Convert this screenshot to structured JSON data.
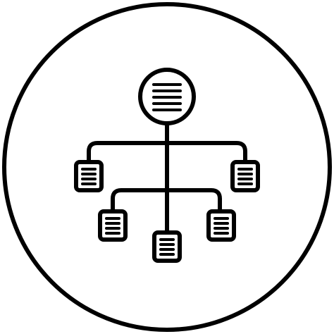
{
  "icon": {
    "name": "hierarchy-structure-icon",
    "stroke_color": "#000000",
    "background_color": "#ffffff",
    "root_node_lines": 5,
    "child_nodes": 5,
    "lines_per_child_node": 4
  }
}
